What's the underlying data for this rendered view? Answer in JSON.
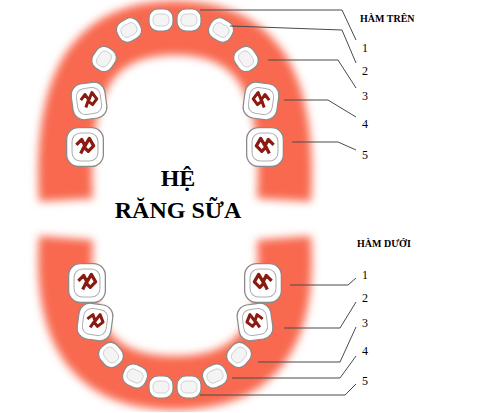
{
  "diagram": {
    "title": "HỆ RĂNG SỮA",
    "labels": [
      "HÀM TRÊN",
      "1",
      "2",
      "3",
      "4",
      "5",
      "HÀM DƯỚI",
      "1",
      "2",
      "3",
      "4",
      "5"
    ]
  }
}
